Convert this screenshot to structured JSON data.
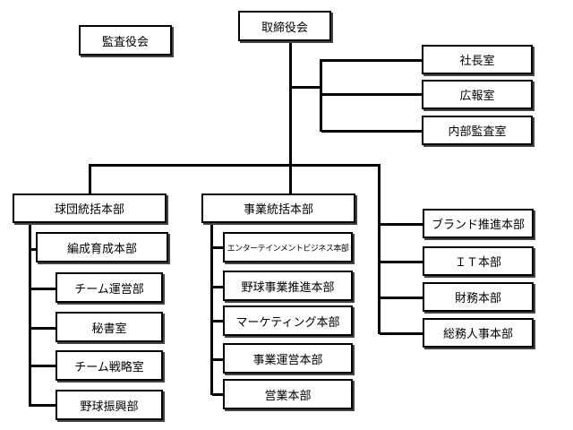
{
  "chart": {
    "audit_committee": "監査役会",
    "board": "取締役会",
    "staff_offices": [
      "社長室",
      "広報室",
      "内部監査室"
    ],
    "team_division": {
      "label": "球団統括本部",
      "units": [
        "編成育成本部",
        "チーム運営部",
        "秘書室",
        "チーム戦略室",
        "野球振興部"
      ]
    },
    "business_division": {
      "label": "事業統括本部",
      "units": [
        "エンターテインメントビジネス本部",
        "野球事業推進本部",
        "マーケティング本部",
        "事業運営本部",
        "営業本部"
      ]
    },
    "corporate_units": [
      "ブランド推進本部",
      "ＩＴ本部",
      "財務本部",
      "総務人事本部"
    ]
  }
}
